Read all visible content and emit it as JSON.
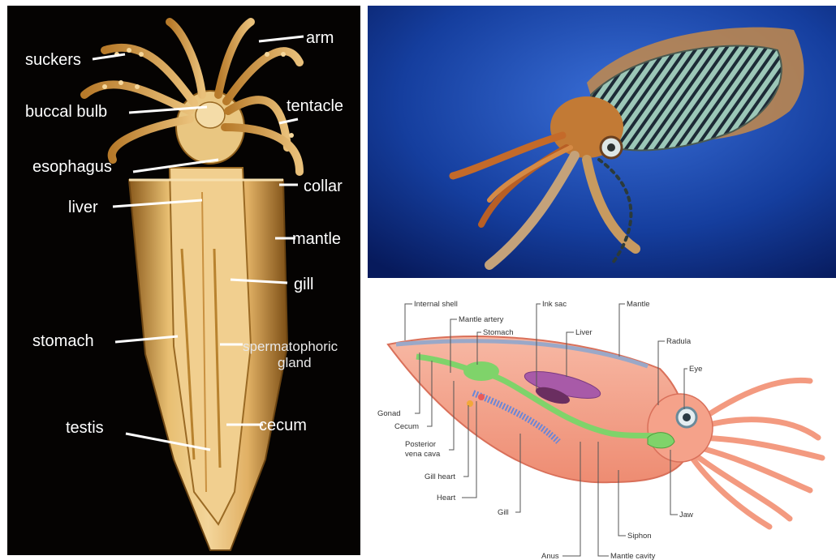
{
  "dissection": {
    "labels": {
      "arm": "arm",
      "suckers": "suckers",
      "tentacle": "tentacle",
      "buccal_bulb": "buccal bulb",
      "esophagus": "esophagus",
      "collar": "collar",
      "liver": "liver",
      "mantle": "mantle",
      "gill": "gill",
      "stomach": "stomach",
      "spermatophoric": "spermatophoric",
      "gland": "gland",
      "testis": "testis",
      "cecum": "cecum"
    }
  },
  "anatomy": {
    "labels": {
      "internal_shell": "Internal shell",
      "mantle_artery": "Mantle artery",
      "stomach": "Stomach",
      "ink_sac": "Ink sac",
      "liver": "Liver",
      "mantle": "Mantle",
      "radula": "Radula",
      "eye": "Eye",
      "gonad": "Gonad",
      "cecum": "Cecum",
      "posterior": "Posterior",
      "vena_cava": "vena cava",
      "gill_heart": "Gill heart",
      "heart": "Heart",
      "gill": "Gill",
      "anus": "Anus",
      "mantle_cavity": "Mantle cavity",
      "siphon": "Siphon",
      "jaw": "Jaw"
    }
  },
  "colors": {
    "photo_background": "#0a2a8a",
    "specimen": "#d9a85a",
    "diagram_body": "#f4a08a",
    "digestive": "#7fd36a"
  }
}
